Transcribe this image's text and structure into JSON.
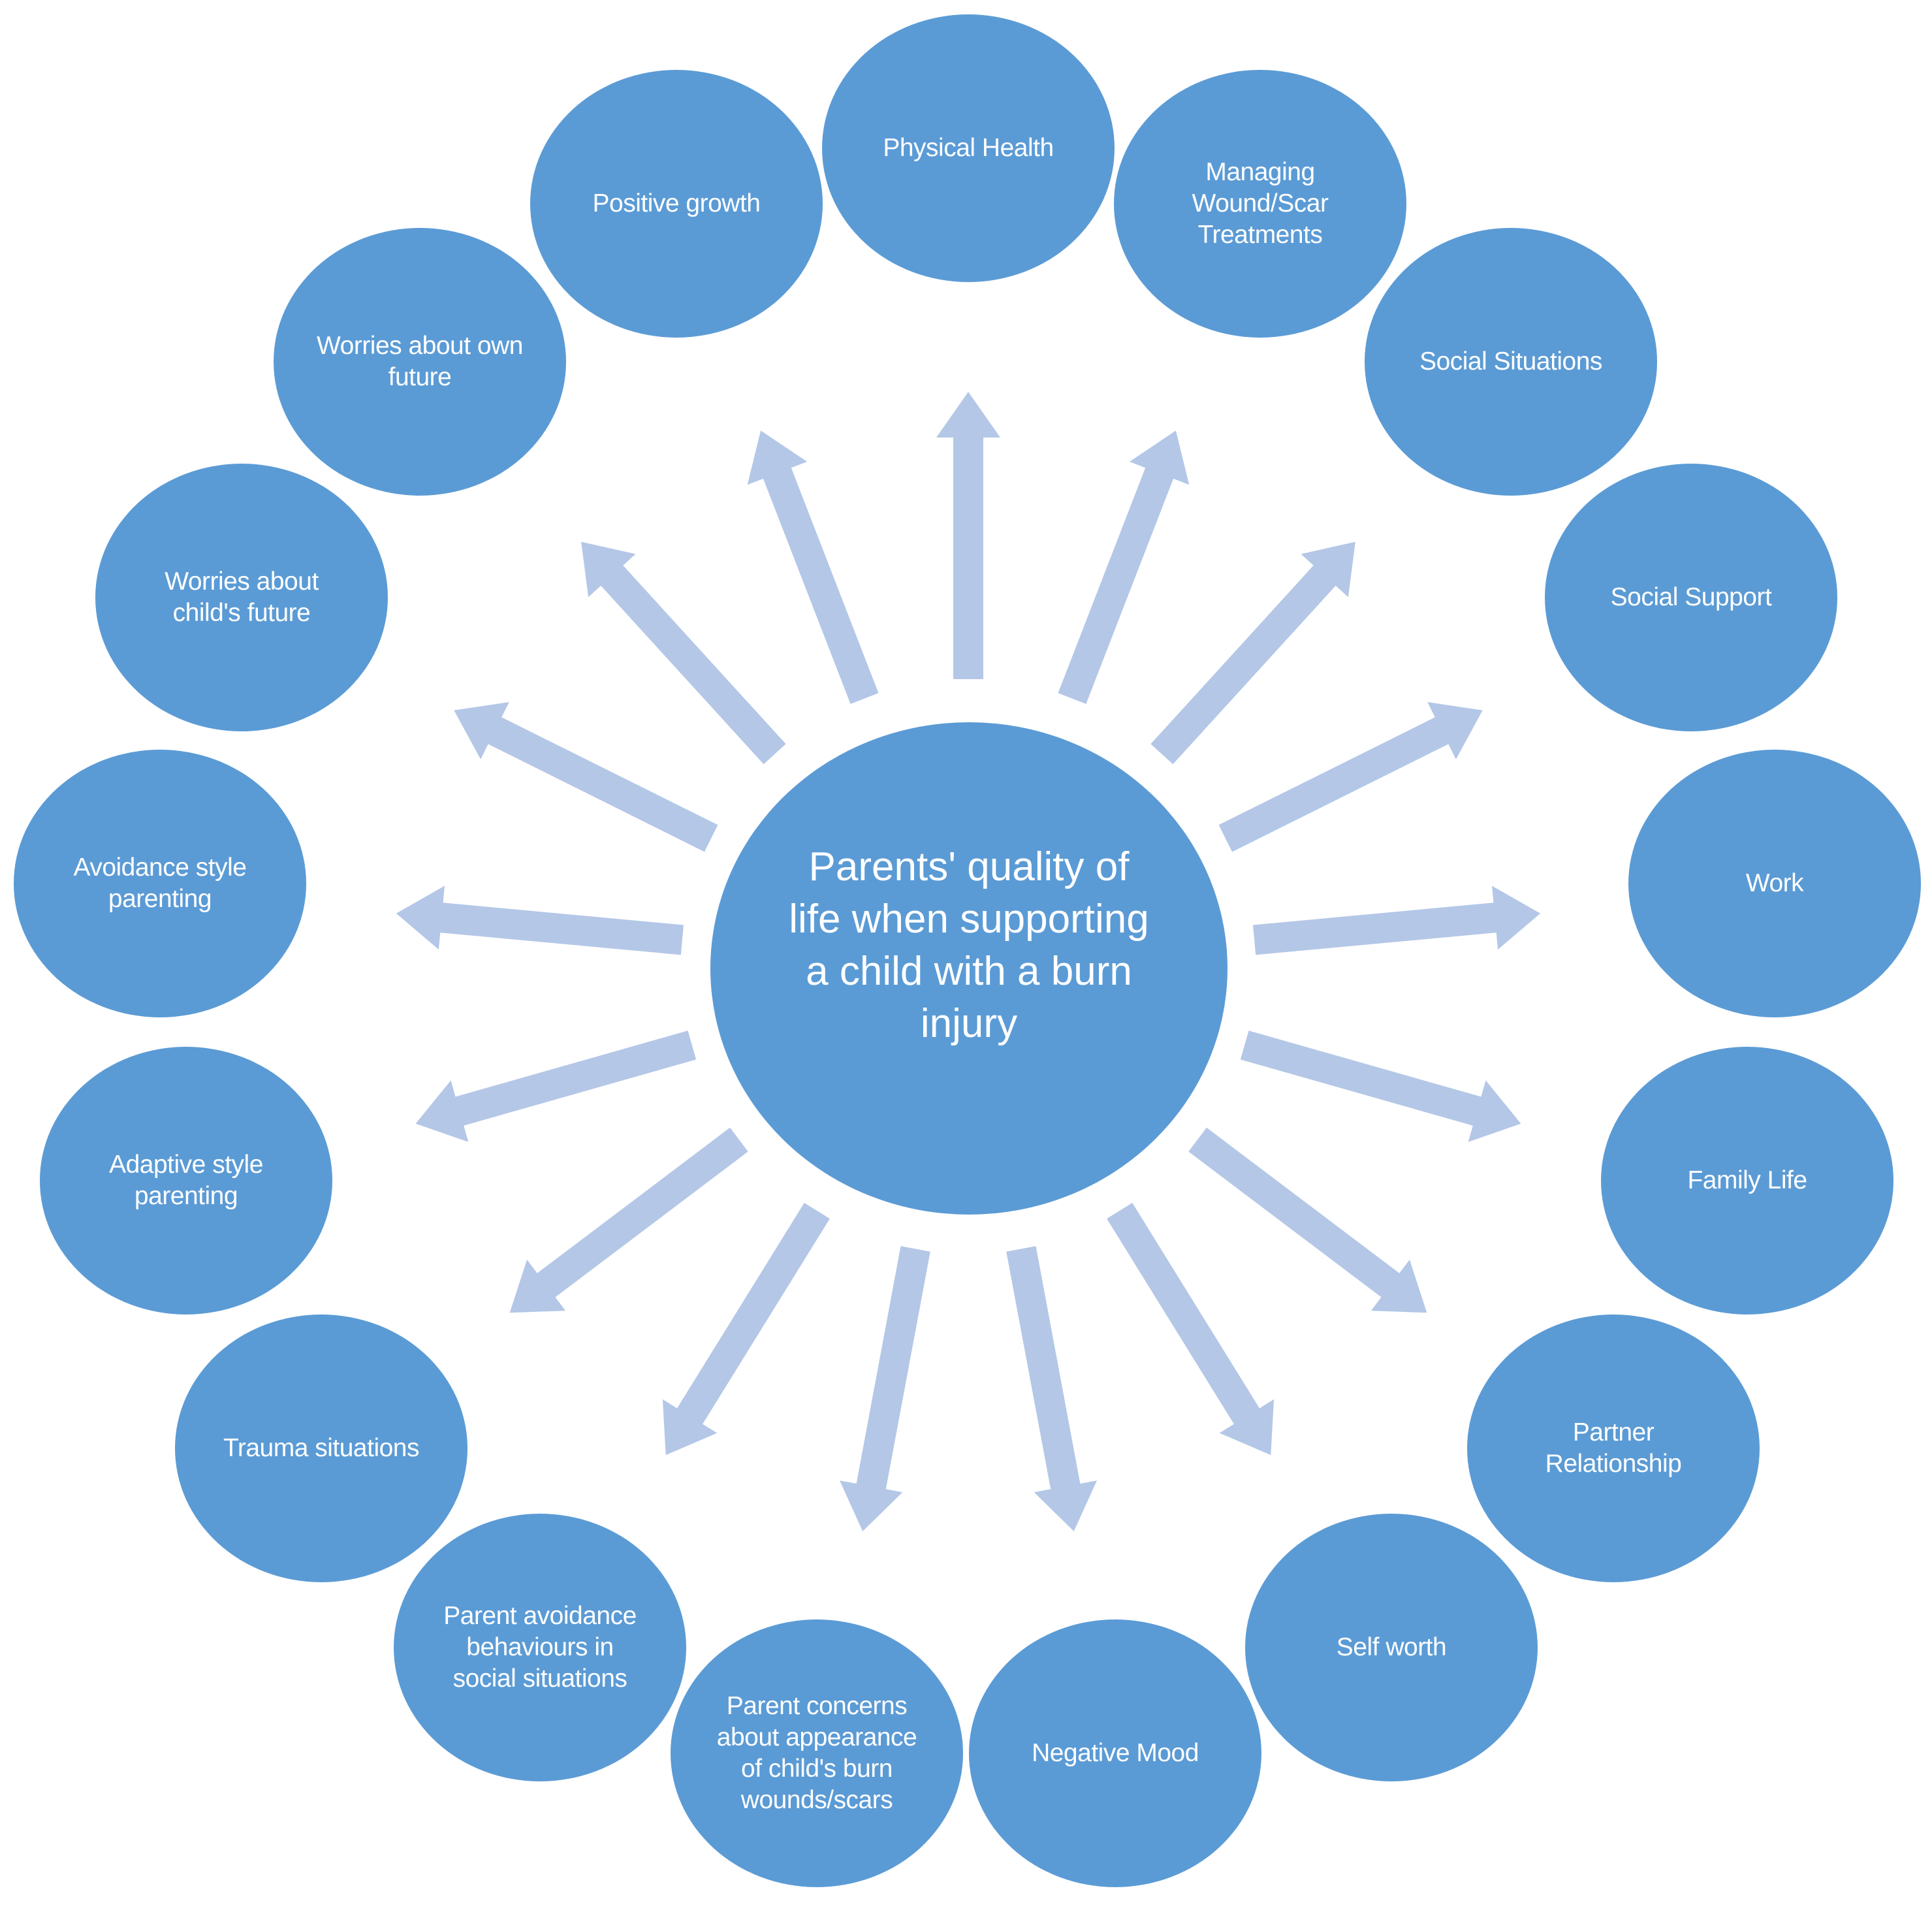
{
  "colors": {
    "node_fill": "#5b9bd5",
    "arrow_fill": "#b4c7e7",
    "text": "#ffffff",
    "background": "#ffffff"
  },
  "center": {
    "label": "Parents' quality of life when supporting a child with a burn injury"
  },
  "nodes": [
    {
      "label": "Physical Health"
    },
    {
      "label": "Managing Wound/Scar Treatments"
    },
    {
      "label": "Social Situations"
    },
    {
      "label": "Social Support"
    },
    {
      "label": "Work"
    },
    {
      "label": "Family Life"
    },
    {
      "label": "Partner Relationship"
    },
    {
      "label": "Self worth"
    },
    {
      "label": "Negative Mood"
    },
    {
      "label": "Parent concerns about appearance of child's burn wounds/scars"
    },
    {
      "label": "Parent avoidance behaviours in social situations"
    },
    {
      "label": "Trauma situations"
    },
    {
      "label": "Adaptive style parenting"
    },
    {
      "label": "Avoidance style parenting"
    },
    {
      "label": "Worries about child's future"
    },
    {
      "label": "Worries about own future"
    },
    {
      "label": "Positive growth"
    }
  ]
}
